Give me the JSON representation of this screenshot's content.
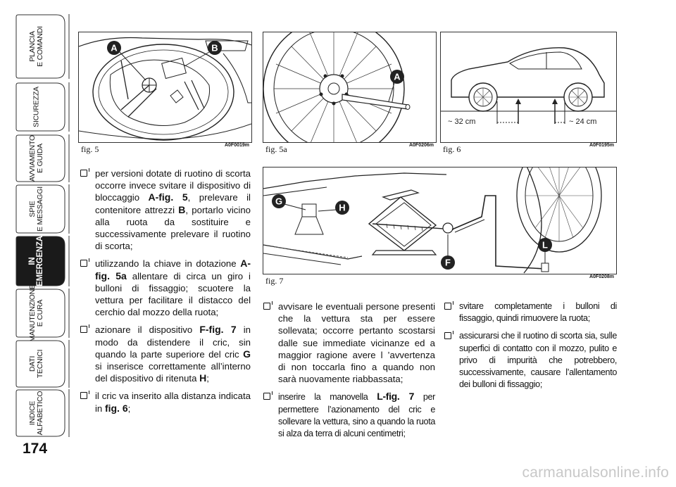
{
  "page_number": "174",
  "sidebar": {
    "tabs": [
      {
        "label": "PLANCIA\nE COMANDI",
        "active": false
      },
      {
        "label": "SICUREZZA",
        "active": false
      },
      {
        "label": "AVVIAMENTO\nE GUIDA",
        "active": false
      },
      {
        "label": "SPIE\nE MESSAGGI",
        "active": false
      },
      {
        "label": "IN\nEMERGENZA",
        "active": true
      },
      {
        "label": "MANUTENZIONE\nE CURA",
        "active": false
      },
      {
        "label": "DATI\nTECNICI",
        "active": false
      },
      {
        "label": "INDICE\nALFABETICO",
        "active": false
      }
    ]
  },
  "figures": {
    "fig5": {
      "caption": "fig. 5",
      "code": "A0F0019m",
      "labels": [
        "A",
        "B"
      ]
    },
    "fig5a": {
      "caption": "fig. 5a",
      "code": "A0F0206m",
      "labels": [
        "A"
      ]
    },
    "fig6": {
      "caption": "fig. 6",
      "code": "A0F0195m",
      "dim_left": "~ 32 cm",
      "dim_right": "~ 24 cm"
    },
    "fig7": {
      "caption": "fig. 7",
      "code": "A0F0208m",
      "labels": [
        "G",
        "H",
        "F",
        "L"
      ]
    }
  },
  "col1": {
    "items": [
      {
        "pre": "per versioni dotate di ruotino di scorta occorre invece svitare il dispositivo di bloccaggio ",
        "ref": "A-fig. 5",
        "mid": ", prelevare il contenitore attrezzi ",
        "ref2": "B",
        "post": ", portarlo vicino alla ruota da sostituire e successivamente prelevare il ruotino di scorta;"
      },
      {
        "pre": "utilizzando la chiave in dotazione ",
        "ref": "A-fig. 5a",
        "mid": " allentare di circa un giro i bulloni di fissaggio; scuotere la vettura per facilitare il distacco del cerchio dal mozzo della ruota;",
        "ref2": "",
        "post": ""
      },
      {
        "pre": "azionare il dispositivo ",
        "ref": "F-fig. 7",
        "mid": " in modo da distendere il cric, sin quando la parte superiore del cric ",
        "ref2": "G",
        "post": " si inserisce correttamente all’interno del dispositivo di ritenuta ",
        "ref3": "H",
        "post2": ";"
      },
      {
        "pre": "il cric va inserito alla distanza indicata in ",
        "ref": "fig. 6",
        "mid": ";",
        "ref2": "",
        "post": ""
      }
    ]
  },
  "col2": {
    "items": [
      {
        "pre": "avvisare le eventuali persone presenti che la vettura sta per essere sollevata; occorre pertanto scostarsi dalle sue immediate vicinanze ed a maggior ragione avere l ’avvertenza di non toccarla fino a quando non sarà nuovamente riabbassata;",
        "ref": "",
        "post": ""
      },
      {
        "pre": "inserire la manovella ",
        "ref": "L-fig. 7",
        "post": " per permettere l’azionamento del cric e sollevare la vettura, sino a quando la ruota si alza da terra di alcuni centimetri;"
      }
    ]
  },
  "col3": {
    "items": [
      {
        "text": "svitare completamente i bulloni di fissaggio, quindi rimuovere la ruota;"
      },
      {
        "text": "assicurarsi che il ruotino di scorta sia, sulle superfici di contatto con il mozzo, pulito e privo di impurità che potrebbero, successivamente, causare l’allentamento dei bulloni di fissaggio;"
      }
    ]
  },
  "watermark": "carmanualsonline.info",
  "colors": {
    "text": "#111111",
    "tab_active": "#1a1a1a",
    "tab_border": "#333333",
    "watermark": "#c8c8c8"
  }
}
